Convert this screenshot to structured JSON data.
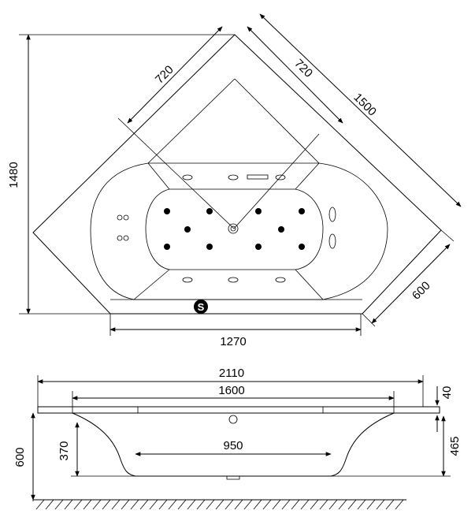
{
  "top_view": {
    "dimensions": {
      "height_total": "1480",
      "side_a": "720",
      "side_b": "720",
      "diagonal": "1500",
      "front_side": "600",
      "front_width": "1270"
    },
    "drain_symbol": "S"
  },
  "side_view": {
    "dimensions": {
      "outer_length": "2110",
      "inner_length": "1600",
      "rim_thickness": "40",
      "bottom_length": "950",
      "total_height": "600",
      "inner_depth": "370",
      "side_height": "465"
    }
  },
  "icons": {
    "drain": "drain-icon",
    "ground": "ground-hatch"
  }
}
